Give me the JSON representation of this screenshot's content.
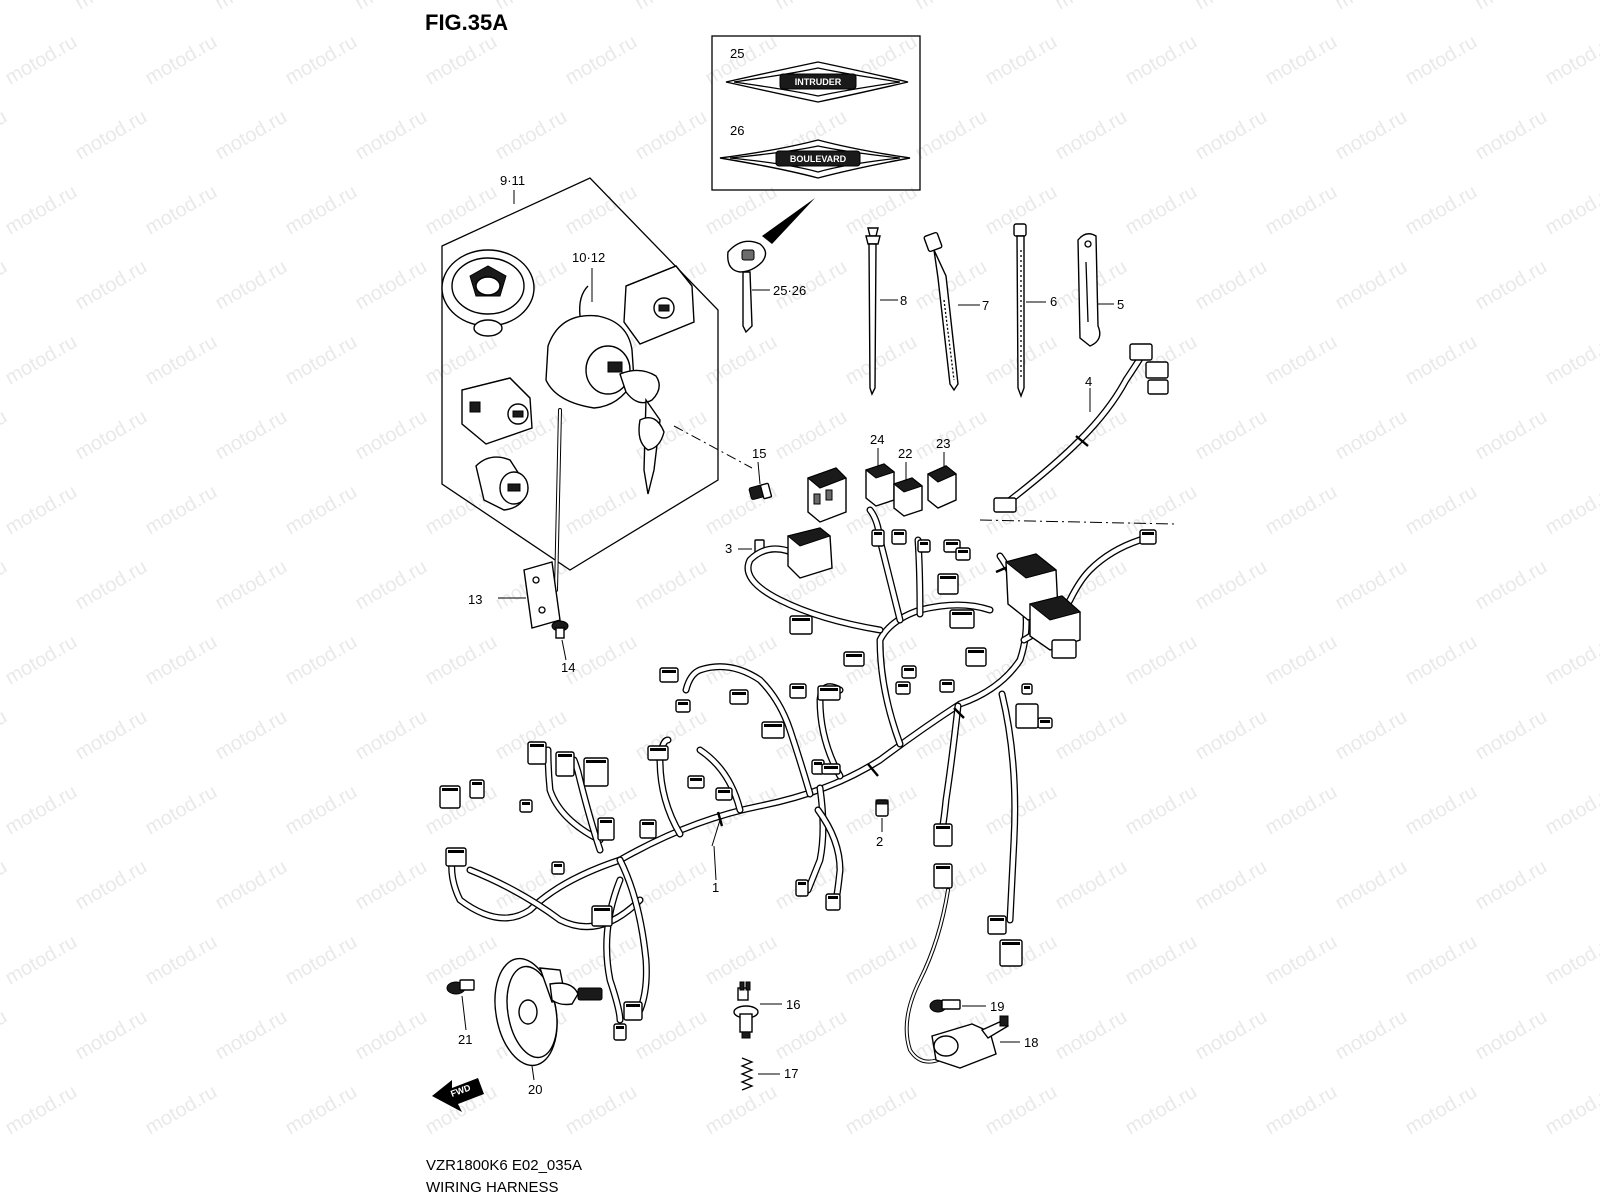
{
  "figure": {
    "title": "FIG.35A",
    "model_code": "VZR1800K6 E02_035A",
    "caption": "WIRING HARNESS"
  },
  "watermark": {
    "text": "motod.ru"
  },
  "forward_label": "FWD",
  "callouts": {
    "c1": "1",
    "c2": "2",
    "c3": "3",
    "c4": "4",
    "c5": "5",
    "c6": "6",
    "c7": "7",
    "c8": "8",
    "c9_11": "9·11",
    "c10_12": "10·12",
    "c13": "13",
    "c14": "14",
    "c15": "15",
    "c16": "16",
    "c17": "17",
    "c18": "18",
    "c19": "19",
    "c20": "20",
    "c21": "21",
    "c22": "22",
    "c23": "23",
    "c24": "24",
    "c25": "25",
    "c26": "26",
    "c25_26": "25·26"
  },
  "emblems": {
    "emblem_25_text": "INTRUDER",
    "emblem_26_text": "BOULEVARD"
  }
}
